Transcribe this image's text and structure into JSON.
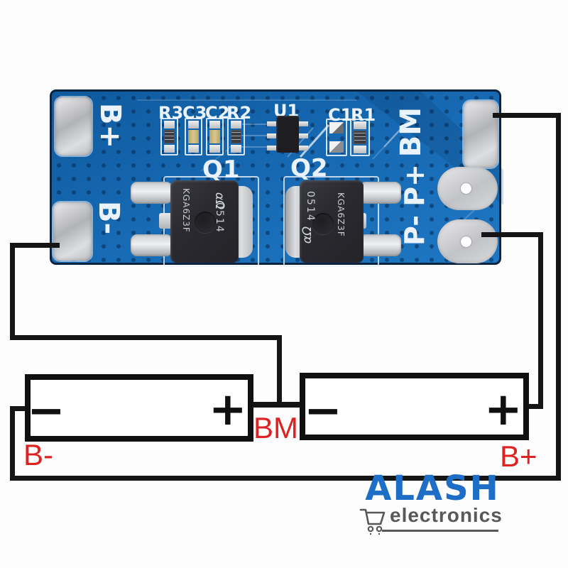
{
  "board": {
    "silk": {
      "b_plus": "B+",
      "b_minus": "B-",
      "bm": "BM",
      "p_plus": "P+",
      "p_minus": "P-",
      "u1": "U1",
      "c1": "C1",
      "r1": "R1",
      "q1": "Q1",
      "q2": "Q2",
      "smd_row": [
        {
          "label": "R3",
          "type": "resistor"
        },
        {
          "label": "C3",
          "type": "capacitor"
        },
        {
          "label": "C2",
          "type": "capacitor"
        },
        {
          "label": "R2",
          "type": "resistor"
        }
      ]
    },
    "mosfet": {
      "part_marking": "KGA6Z3F",
      "date_code": "0514",
      "maker_logo": "αΩ"
    },
    "colors": {
      "pcb_blue": "#1465ad",
      "silkscreen": "#eaf3fb",
      "pad_silver": "#c9cacd"
    }
  },
  "schematic": {
    "wire_color": "#151515",
    "label_color": "#de2222",
    "labels": {
      "pack_negative": "B-",
      "pack_middle": "BM",
      "pack_positive": "B+"
    },
    "battery_left": {
      "negative": "−",
      "positive": "+"
    },
    "battery_right": {
      "negative": "−",
      "positive": "+"
    }
  },
  "logo": {
    "brand": "ALASH",
    "subtitle": "electronics",
    "brand_color": "#1c6ec6",
    "subtitle_color": "#57585a"
  }
}
